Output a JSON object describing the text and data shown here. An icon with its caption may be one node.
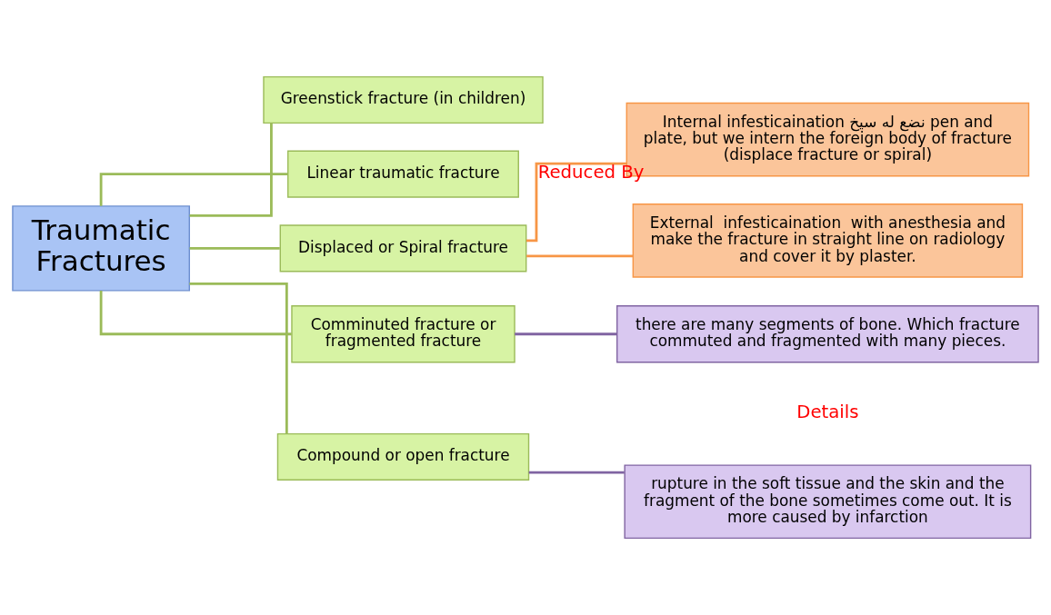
{
  "diagram": {
    "nodes": [
      {
        "text": [
          "Traumatic Fractures"
        ]
      },
      {
        "text": [
          "Greenstick fracture (in children)"
        ]
      },
      {
        "text": [
          "Linear traumatic fracture"
        ]
      },
      {
        "text": [
          "Displaced or Spiral fracture"
        ]
      },
      {
        "text": [
          "Comminuted fracture or fragmented fracture"
        ]
      },
      {
        "text": [
          "Compound or open fracture"
        ]
      },
      {
        "text": [
          "Internal infesticaination نضع له سيخ pen and plate, but we intern the foreign body of fracture (displace fracture or spiral)"
        ]
      },
      {
        "text": [
          "External  infesticaination  with anesthesia and make the fracture in straight line on radiology and cover it by plaster."
        ]
      },
      {
        "text": [
          "there are many segments of bone. Which fracture commuted and fragmented with many pieces."
        ]
      },
      {
        "text": [
          "rupture in the soft tissue and the skin and the fragment of the bone sometimes come out. It is more caused by infarction"
        ]
      }
    ],
    "edges": [
      {
        "from": 0,
        "to": 1,
        "arrow": "none"
      },
      {
        "from": 0,
        "to": 2,
        "arrow": "none"
      },
      {
        "from": 0,
        "to": 3,
        "arrow": "none"
      },
      {
        "from": 0,
        "to": 4,
        "arrow": "none"
      },
      {
        "from": 0,
        "to": 5,
        "arrow": "none"
      },
      {
        "from": 3,
        "to": 6,
        "arrow": "none",
        "color": "#f79646",
        "label": "Reduced By"
      },
      {
        "from": 3,
        "to": 7,
        "arrow": "none",
        "color": "#f79646"
      },
      {
        "from": 4,
        "to": 8,
        "arrow": "none",
        "color": "#8064a2"
      },
      {
        "from": 5,
        "to": 9,
        "arrow": "none",
        "color": "#8064a2"
      }
    ],
    "labels": [
      "Details"
    ]
  }
}
